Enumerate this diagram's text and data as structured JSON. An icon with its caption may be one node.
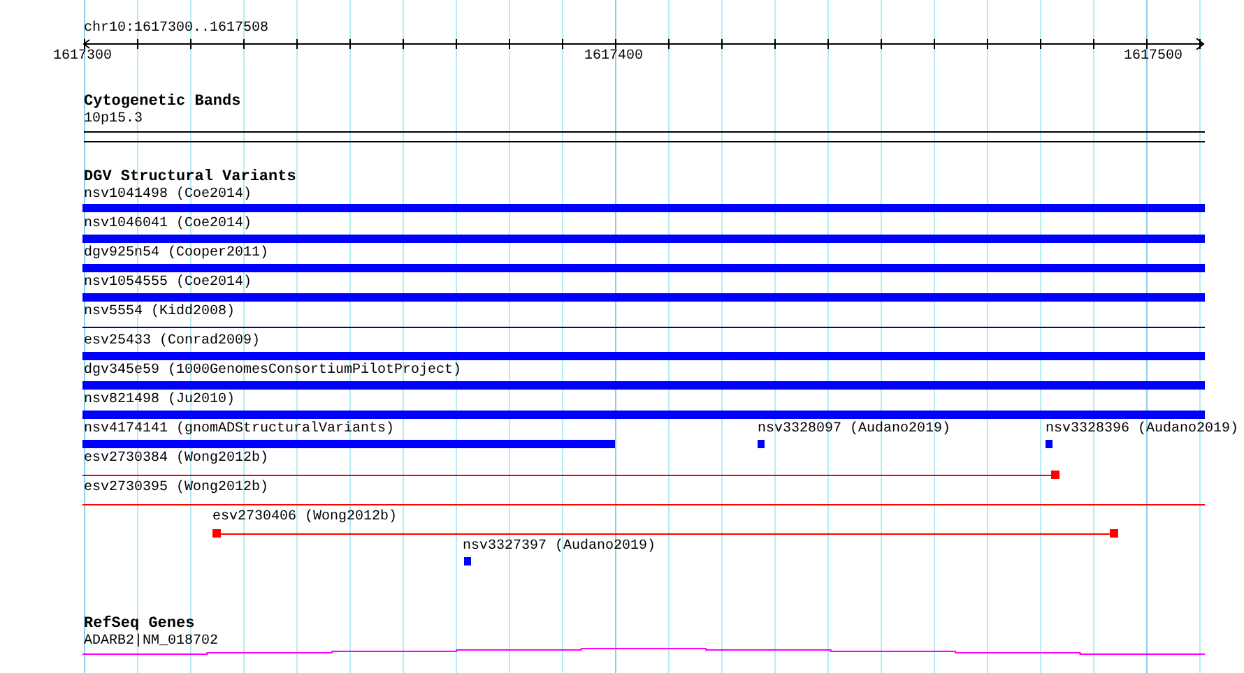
{
  "diagram": {
    "title": "chr10:1617300..1617508",
    "nodes": [
      {
        "text": [
          "10p15.3"
        ]
      },
      {
        "text": [
          "nsv1041498 (Coe2014)"
        ]
      },
      {
        "text": [
          "nsv1046041 (Coe2014)"
        ]
      },
      {
        "text": [
          "dgv925n54 (Cooper2011)"
        ]
      },
      {
        "text": [
          "nsv1054555 (Coe2014)"
        ]
      },
      {
        "text": [
          "nsv5554 (Kidd2008)"
        ]
      },
      {
        "text": [
          "esv25433 (Conrad2009)"
        ]
      },
      {
        "text": [
          "dgv345e59 (1000GenomesConsortiumPilotProject)"
        ]
      },
      {
        "text": [
          "nsv821498 (Ju2010)"
        ]
      },
      {
        "text": [
          "nsv4174141 (gnomADStructuralVariants)"
        ]
      },
      {
        "text": [
          "nsv3328097 (Audano2019)"
        ]
      },
      {
        "text": [
          "nsv3328396 (Audano2019)"
        ]
      },
      {
        "text": [
          "esv2730384 (Wong2012b)"
        ]
      },
      {
        "text": [
          "esv2730395 (Wong2012b)"
        ]
      },
      {
        "text": [
          "esv2730406 (Wong2012b)"
        ]
      },
      {
        "text": [
          "nsv3327397 (Audano2019)"
        ]
      },
      {
        "text": [
          "ADARB2|NM_018702"
        ]
      }
    ],
    "edges": [],
    "labels": [
      "1617300",
      "1617400",
      "1617500",
      "Cytogenetic Bands",
      "DGV Structural Variants",
      "RefSeq Genes"
    ]
  }
}
